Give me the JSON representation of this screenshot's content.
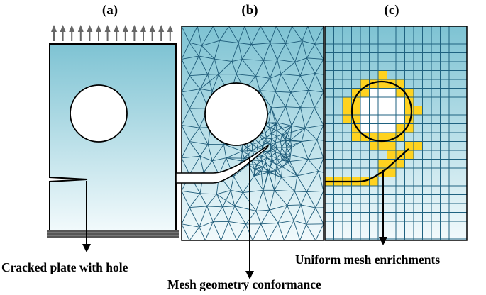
{
  "panels": {
    "a": {
      "label": "(a)"
    },
    "b": {
      "label": "(b)"
    },
    "c": {
      "label": "(c)"
    }
  },
  "captions": {
    "a": "Cracked plate with hole",
    "b": "Mesh geometry conformance",
    "c": "Uniform mesh enrichments"
  },
  "colors": {
    "plate_top": "#7ec3d3",
    "plate_bottom": "#f2fafc",
    "mesh_line": "#1d5a78",
    "grid_line": "#1f6280",
    "enrichment": "#ffd21f",
    "outline": "#000000",
    "arrow": "#666666",
    "support": "#555555"
  },
  "icons": {
    "load_arrows": "arrow-up-icon",
    "pointer_arrows": "arrow-down-icon"
  }
}
